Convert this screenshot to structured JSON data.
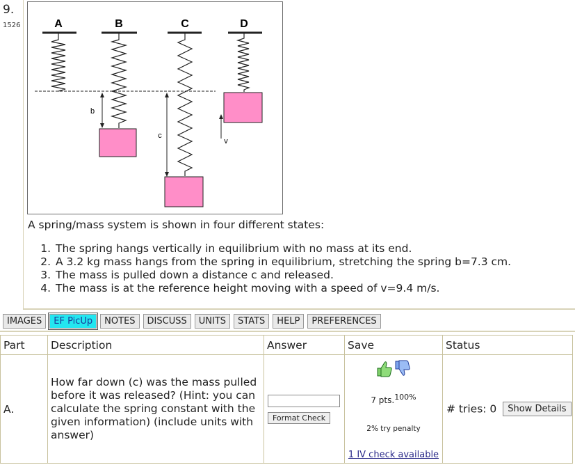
{
  "question": {
    "number": "9.",
    "id": "1526"
  },
  "figure": {
    "labels": [
      "A",
      "B",
      "C",
      "D"
    ],
    "b_label": "b",
    "c_label": "c",
    "v_label": "v"
  },
  "problem": {
    "intro": "A spring/mass system is shown in four different states:",
    "states": [
      "The spring hangs vertically in equilibrium with no mass at its end.",
      "A 3.2 kg mass hangs from the spring in equilibrium, stretching the spring b=7.3 cm.",
      "The mass is pulled down a distance c and released.",
      "The mass is at the reference height moving with a speed of v=9.4 m/s."
    ]
  },
  "tabs": [
    "IMAGES",
    "EF PicUp",
    "NOTES",
    "DISCUSS",
    "UNITS",
    "STATS",
    "HELP",
    "PREFERENCES"
  ],
  "active_tab": "EF PicUp",
  "table": {
    "headers": {
      "part": "Part",
      "description": "Description",
      "answer": "Answer",
      "save": "Save",
      "status": "Status"
    },
    "row": {
      "part": "A.",
      "description": "How far down (c) was the mass pulled before it was released? (Hint: you can calculate the spring constant with the given information) (include units with answer)",
      "answer_value": "",
      "format_check_label": "Format Check",
      "points": "7 pts.",
      "percent": "100%",
      "penalty": "2% try penalty",
      "iv_link": "1 IV check available",
      "tries_label": "# tries: 0",
      "details_label": "Show Details"
    }
  },
  "colors": {
    "mass": "#ff8ec8",
    "active_tab": "#23e6f0",
    "thumb_up": "#2e9e2e",
    "thumb_down": "#3b5fc0"
  },
  "icons": [
    "thumbs-up-icon",
    "thumbs-down-icon"
  ]
}
